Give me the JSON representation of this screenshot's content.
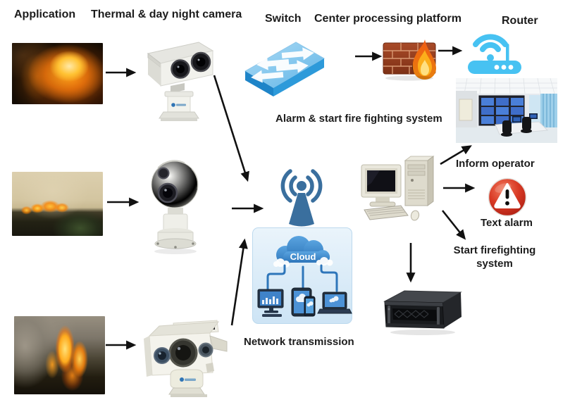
{
  "diagram": {
    "headers": {
      "application": "Application",
      "thermal_camera": "Thermal & day night camera",
      "switch": "Switch",
      "center_processing_platform": "Center processing platform",
      "router": "Router"
    },
    "labels": {
      "alarm_fire_fighting": "Alarm & start fire fighting system",
      "inform_operator": "Inform operator",
      "text_alarm": "Text alarm",
      "start_firefighting_line1": "Start firefighting",
      "start_firefighting_line2": "system",
      "network_transmission": "Network transmission",
      "cloud": "Cloud"
    },
    "icons": {
      "fire_photo_1": "wildfire close-up photo",
      "ptz_thermal_camera_1": "dual-sensor thermal and day/night PTZ camera",
      "network_switch": "network switch",
      "firewall": "firewall brick wall with flame",
      "wifi_router": "wireless router",
      "control_room_photo": "monitoring control room with video wall",
      "fire_photo_2": "hillside wildfire with smoke photo",
      "ptz_ball_camera_2": "ball-type PTZ camera",
      "wireless_antenna": "wireless transmission antenna",
      "operator_computer": "operator desktop computer",
      "warning_alarm": "red alert warning sign",
      "cloud_network": "cloud with connected devices",
      "fire_photo_3": "forest fire flames photo",
      "ptz_multisensor_camera_3": "multi-sensor long-range PTZ camera",
      "storage_server": "rack-mount storage server"
    },
    "connections": [
      {
        "from": "fire_photo_1",
        "to": "ptz_thermal_camera_1"
      },
      {
        "from": "ptz_thermal_camera_1",
        "to": "wireless_antenna"
      },
      {
        "from": "network_switch",
        "to": "firewall"
      },
      {
        "from": "firewall",
        "to": "wifi_router"
      },
      {
        "from": "fire_photo_2",
        "to": "ptz_ball_camera_2"
      },
      {
        "from": "ptz_ball_camera_2",
        "to": "wireless_antenna"
      },
      {
        "from": "fire_photo_3",
        "to": "ptz_multisensor_camera_3"
      },
      {
        "from": "ptz_multisensor_camera_3",
        "to": "cloud_network"
      },
      {
        "from": "operator_computer",
        "to": "control_room_photo"
      },
      {
        "from": "operator_computer",
        "to": "warning_alarm"
      },
      {
        "from": "operator_computer",
        "to": "start_firefighting_system"
      },
      {
        "from": "operator_computer",
        "to": "storage_server"
      }
    ],
    "colors": {
      "switch_blue_top": "#8ecdf0",
      "switch_blue_front": "#1e84c8",
      "router_blue": "#47c2f2",
      "antenna_blue": "#3a6f9e",
      "firewall_brick": "#9c4123",
      "flame_orange": "#f7941d",
      "alarm_red": "#c42318",
      "cloud_blue": "#4a97d6",
      "cloud_panel_bg": "#d9ebf8",
      "arrow_color": "#111111",
      "text_color": "#1c1c1c"
    }
  }
}
